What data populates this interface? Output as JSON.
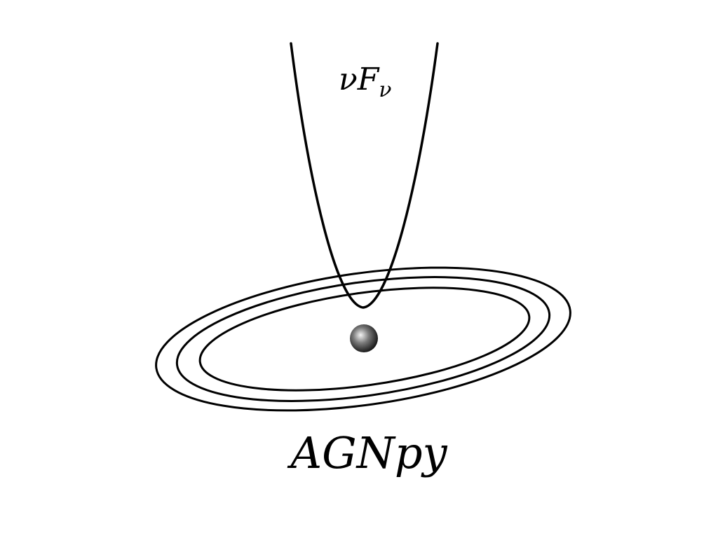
{
  "logo": {
    "spectrum_label": {
      "base": "νF",
      "subscript": "ν"
    },
    "brand_name": "AGNpy"
  },
  "colors": {
    "background": "#ffffff",
    "stroke": "#000000",
    "sphere_highlight": "#f4f4f4",
    "sphere_shadow": "#111111"
  }
}
